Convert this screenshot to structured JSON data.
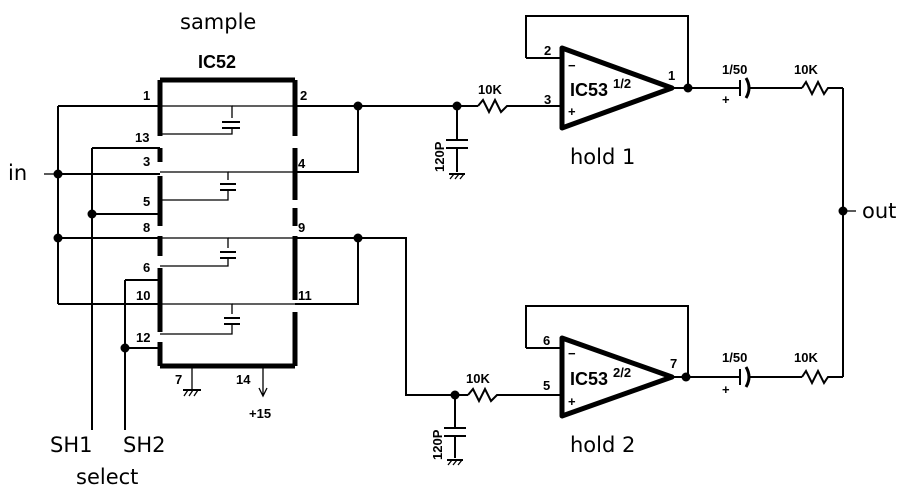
{
  "labels": {
    "sample": "sample",
    "in": "in",
    "out": "out",
    "hold1": "hold 1",
    "hold2": "hold 2",
    "sh1": "SH1",
    "sh2": "SH2",
    "select": "select"
  },
  "ic52": {
    "name": "IC52",
    "pins": {
      "p1": "1",
      "p2": "2",
      "p13": "13",
      "p3": "3",
      "p4": "4",
      "p5": "5",
      "p8": "8",
      "p9": "9",
      "p6": "6",
      "p10": "10",
      "p11": "11",
      "p12": "12",
      "p7": "7",
      "p14": "14"
    },
    "supply": "+15"
  },
  "opamp1": {
    "name": "IC53",
    "fraction": "1/2",
    "pin_inv": "2",
    "pin_noninv": "3",
    "pin_out": "1",
    "minus": "−",
    "plus": "+"
  },
  "opamp2": {
    "name": "IC53",
    "fraction": "2/2",
    "pin_inv": "6",
    "pin_noninv": "5",
    "pin_out": "7",
    "minus": "−",
    "plus": "+"
  },
  "components": {
    "r_in1": "10K",
    "c1": "120P",
    "r_in2": "10K",
    "c2": "120P",
    "cap_out1": "1/50",
    "r_out1": "10K",
    "cap_out2": "1/50",
    "r_out2": "10K",
    "plus_mark": "+"
  }
}
